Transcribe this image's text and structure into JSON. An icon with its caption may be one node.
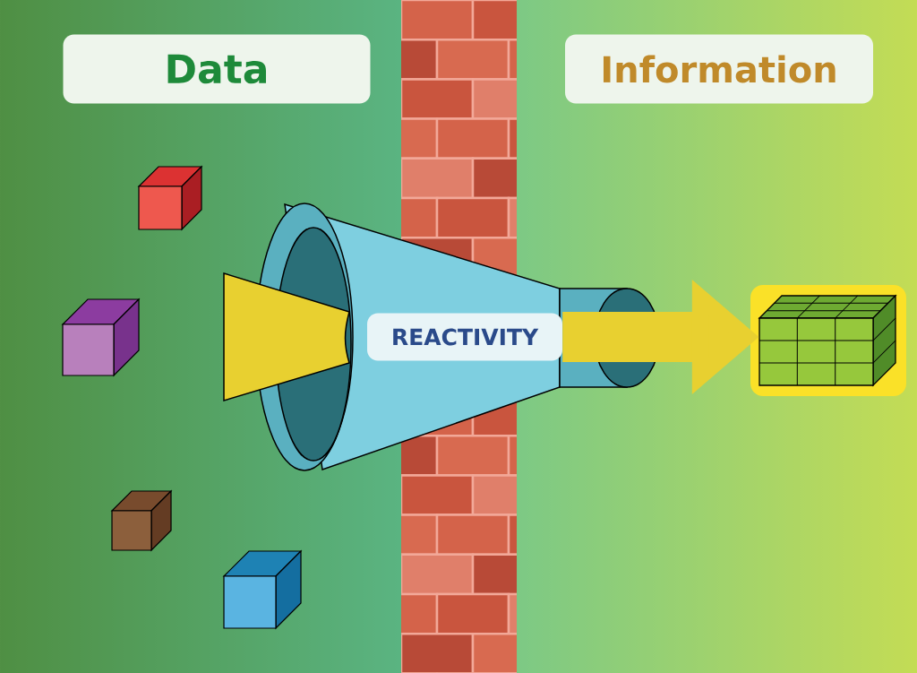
{
  "diagram": {
    "nodes": [
      {
        "text": [
          "Data"
        ]
      },
      {
        "text": [
          "Information"
        ]
      },
      {
        "text": [
          "REACTIVITY"
        ]
      },
      {
        "text": [],
        "shape": "box"
      }
    ],
    "edges": [
      {
        "from": 2,
        "to": 3,
        "arrow": "to"
      }
    ]
  }
}
